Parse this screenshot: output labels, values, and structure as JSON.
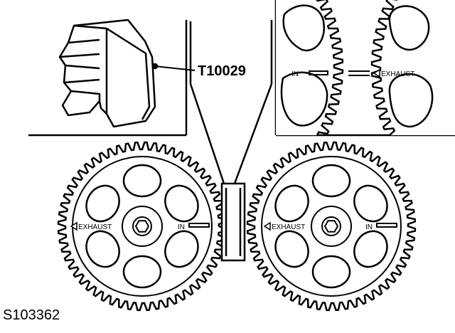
{
  "labels": {
    "tool": "T10029",
    "intake": "IN",
    "exhaust": "EXHAUST",
    "figure_code": "S103362"
  },
  "icons": {
    "arrow": "triangle-left-icon"
  },
  "colors": {
    "line": "#000000",
    "background": "#ffffff"
  }
}
